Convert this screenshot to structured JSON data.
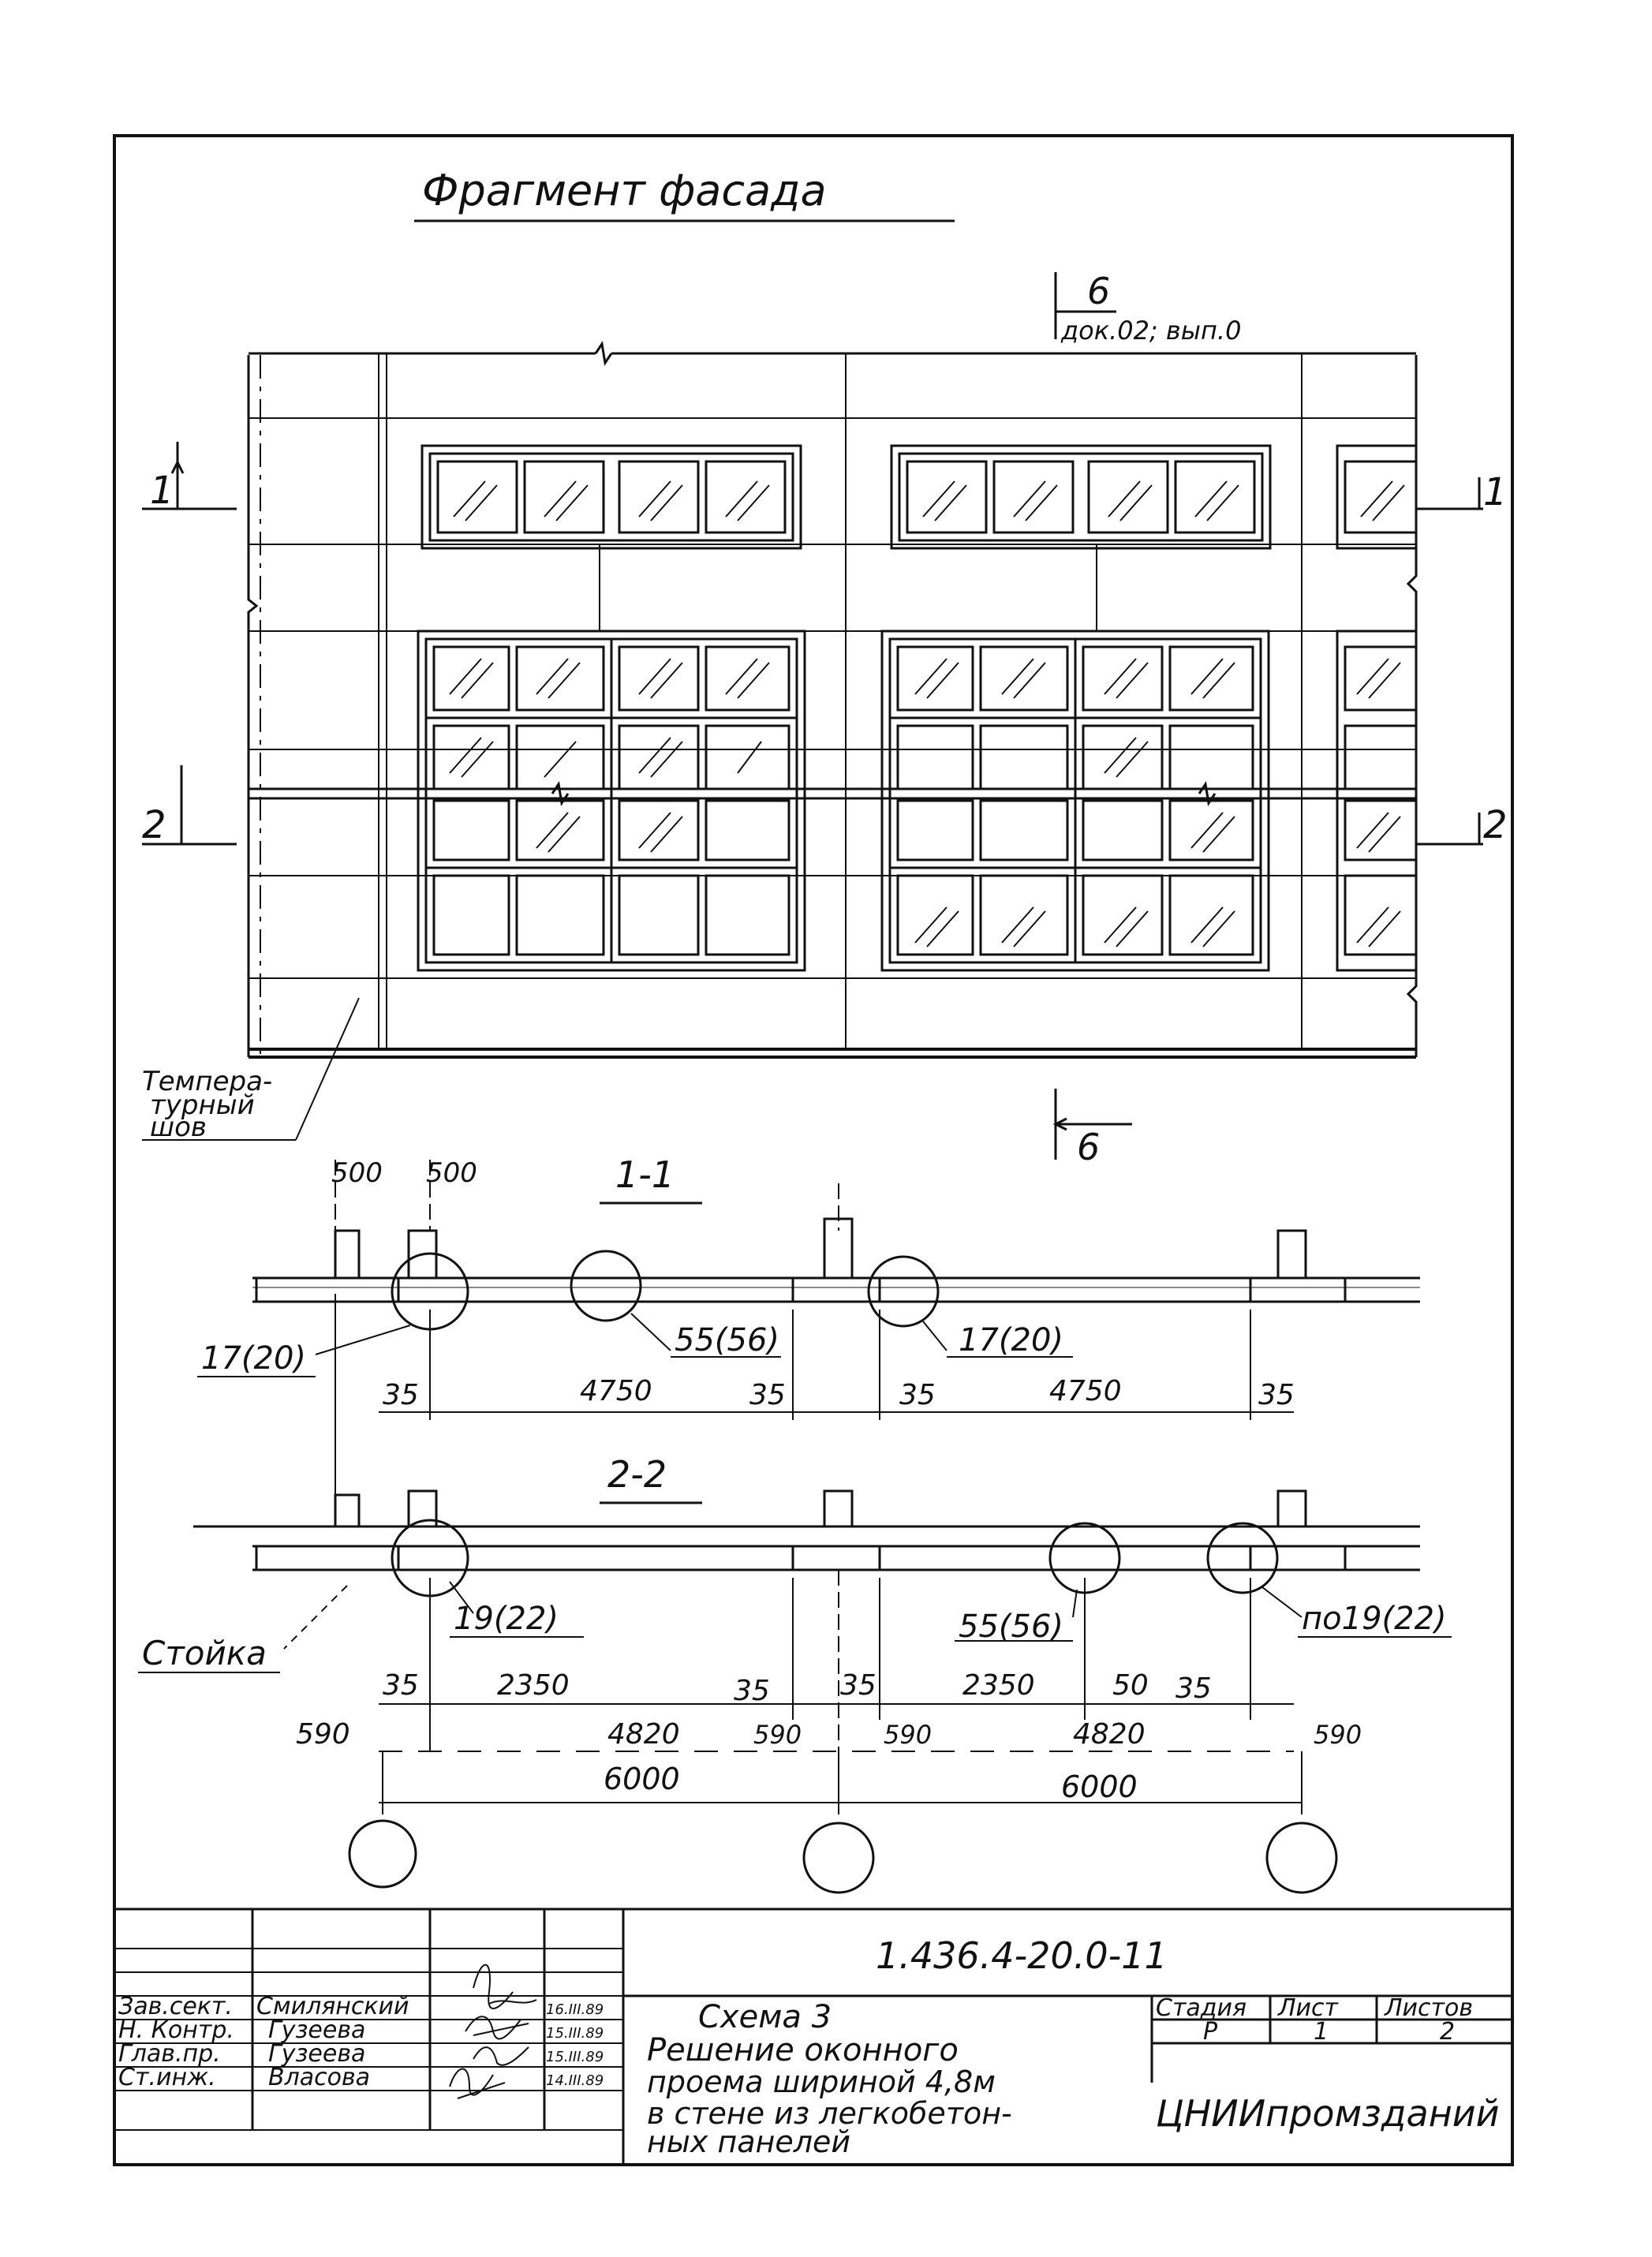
{
  "drawing": {
    "title": "Фрагмент фасада",
    "section_mark_top": "6",
    "section_ref": "док.02; вып.0",
    "section_mark_bottom": "6",
    "cut_1": "1",
    "cut_2": "2",
    "joint_label_line1": "Темпера-",
    "joint_label_line2": "турный",
    "joint_label_line3": "шов",
    "column_label": "Стойка"
  },
  "section_1_1": {
    "title": "1-1",
    "dims_top": [
      "500",
      "500"
    ],
    "callouts": [
      "17(20)",
      "55(56)",
      "17(20)"
    ],
    "dims_bottom": [
      "35",
      "4750",
      "35",
      "35",
      "4750",
      "35"
    ]
  },
  "section_2_2": {
    "title": "2-2",
    "callouts": [
      "19(22)",
      "55(56)",
      "по19(22)"
    ],
    "dims_row1": [
      "35",
      "2350",
      "35",
      "35",
      "2350",
      "50",
      "35"
    ],
    "dims_row2": [
      "590",
      "4820",
      "590",
      "590",
      "4820",
      "590"
    ],
    "dims_row3": [
      "6000",
      "6000"
    ]
  },
  "title_block": {
    "doc_code": "1.436.4-20.0-11",
    "roles": [
      "Зав.сект.",
      "Н. Контр.",
      "Глав.пр.",
      "Ст.инж."
    ],
    "names": [
      "Смилянский",
      "Гузеева",
      "Гузеева",
      "Власова"
    ],
    "dates": [
      "16.III.89",
      "15.III.89",
      "15.III.89",
      "14.III.89"
    ],
    "sheet_title_line1": "Схема 3",
    "sheet_title_line2": "Решение оконного",
    "sheet_title_line3": "проема шириной 4,8м",
    "sheet_title_line4": "в стене из легкобетон-",
    "sheet_title_line5": "ных панелей",
    "stage_label": "Стадия",
    "sheet_label": "Лист",
    "sheets_label": "Листов",
    "stage": "Р",
    "sheet": "1",
    "sheets": "2",
    "organization": "ЦНИИпромзданий"
  }
}
